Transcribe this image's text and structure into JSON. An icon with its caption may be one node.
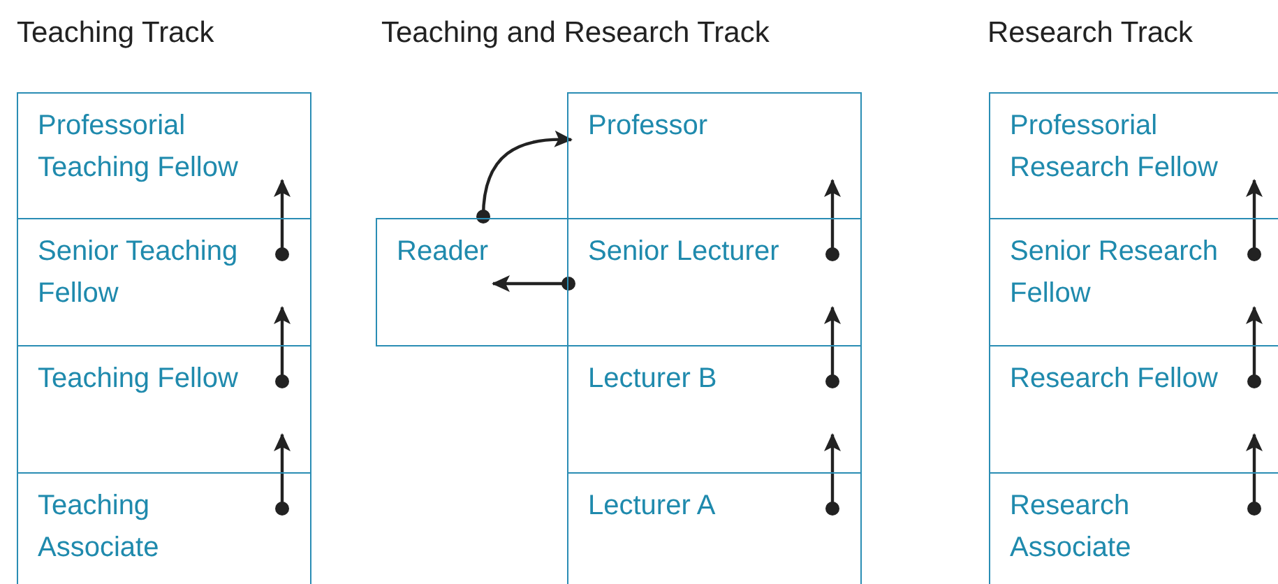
{
  "diagram": {
    "nodes": [
      {
        "text": [
          "Professorial Teaching Fellow"
        ]
      },
      {
        "text": [
          "Senior Teaching Fellow"
        ]
      },
      {
        "text": [
          "Teaching Fellow"
        ]
      },
      {
        "text": [
          "Teaching Associate"
        ]
      },
      {
        "text": [
          "Professor"
        ]
      },
      {
        "text": [
          "Reader"
        ]
      },
      {
        "text": [
          "Senior Lecturer"
        ]
      },
      {
        "text": [
          "Lecturer B"
        ]
      },
      {
        "text": [
          "Lecturer A"
        ]
      },
      {
        "text": [
          "Professorial Research Fellow"
        ]
      },
      {
        "text": [
          "Senior Research Fellow"
        ]
      },
      {
        "text": [
          "Research Fellow"
        ]
      },
      {
        "text": [
          "Research Associate"
        ]
      }
    ],
    "edges": [
      {
        "from": 1,
        "to": 0,
        "arrow": "to"
      },
      {
        "from": 2,
        "to": 1,
        "arrow": "to"
      },
      {
        "from": 3,
        "to": 2,
        "arrow": "to"
      },
      {
        "from": 5,
        "to": 4,
        "arrow": "to"
      },
      {
        "from": 6,
        "to": 5,
        "arrow": "to"
      },
      {
        "from": 6,
        "to": 4,
        "arrow": "to"
      },
      {
        "from": 7,
        "to": 6,
        "arrow": "to"
      },
      {
        "from": 8,
        "to": 7,
        "arrow": "to"
      },
      {
        "from": 10,
        "to": 9,
        "arrow": "to"
      },
      {
        "from": 11,
        "to": 10,
        "arrow": "to"
      },
      {
        "from": 12,
        "to": 11,
        "arrow": "to"
      }
    ],
    "labels": [
      "Teaching Track",
      "Teaching and Research Track",
      "Research Track"
    ]
  }
}
